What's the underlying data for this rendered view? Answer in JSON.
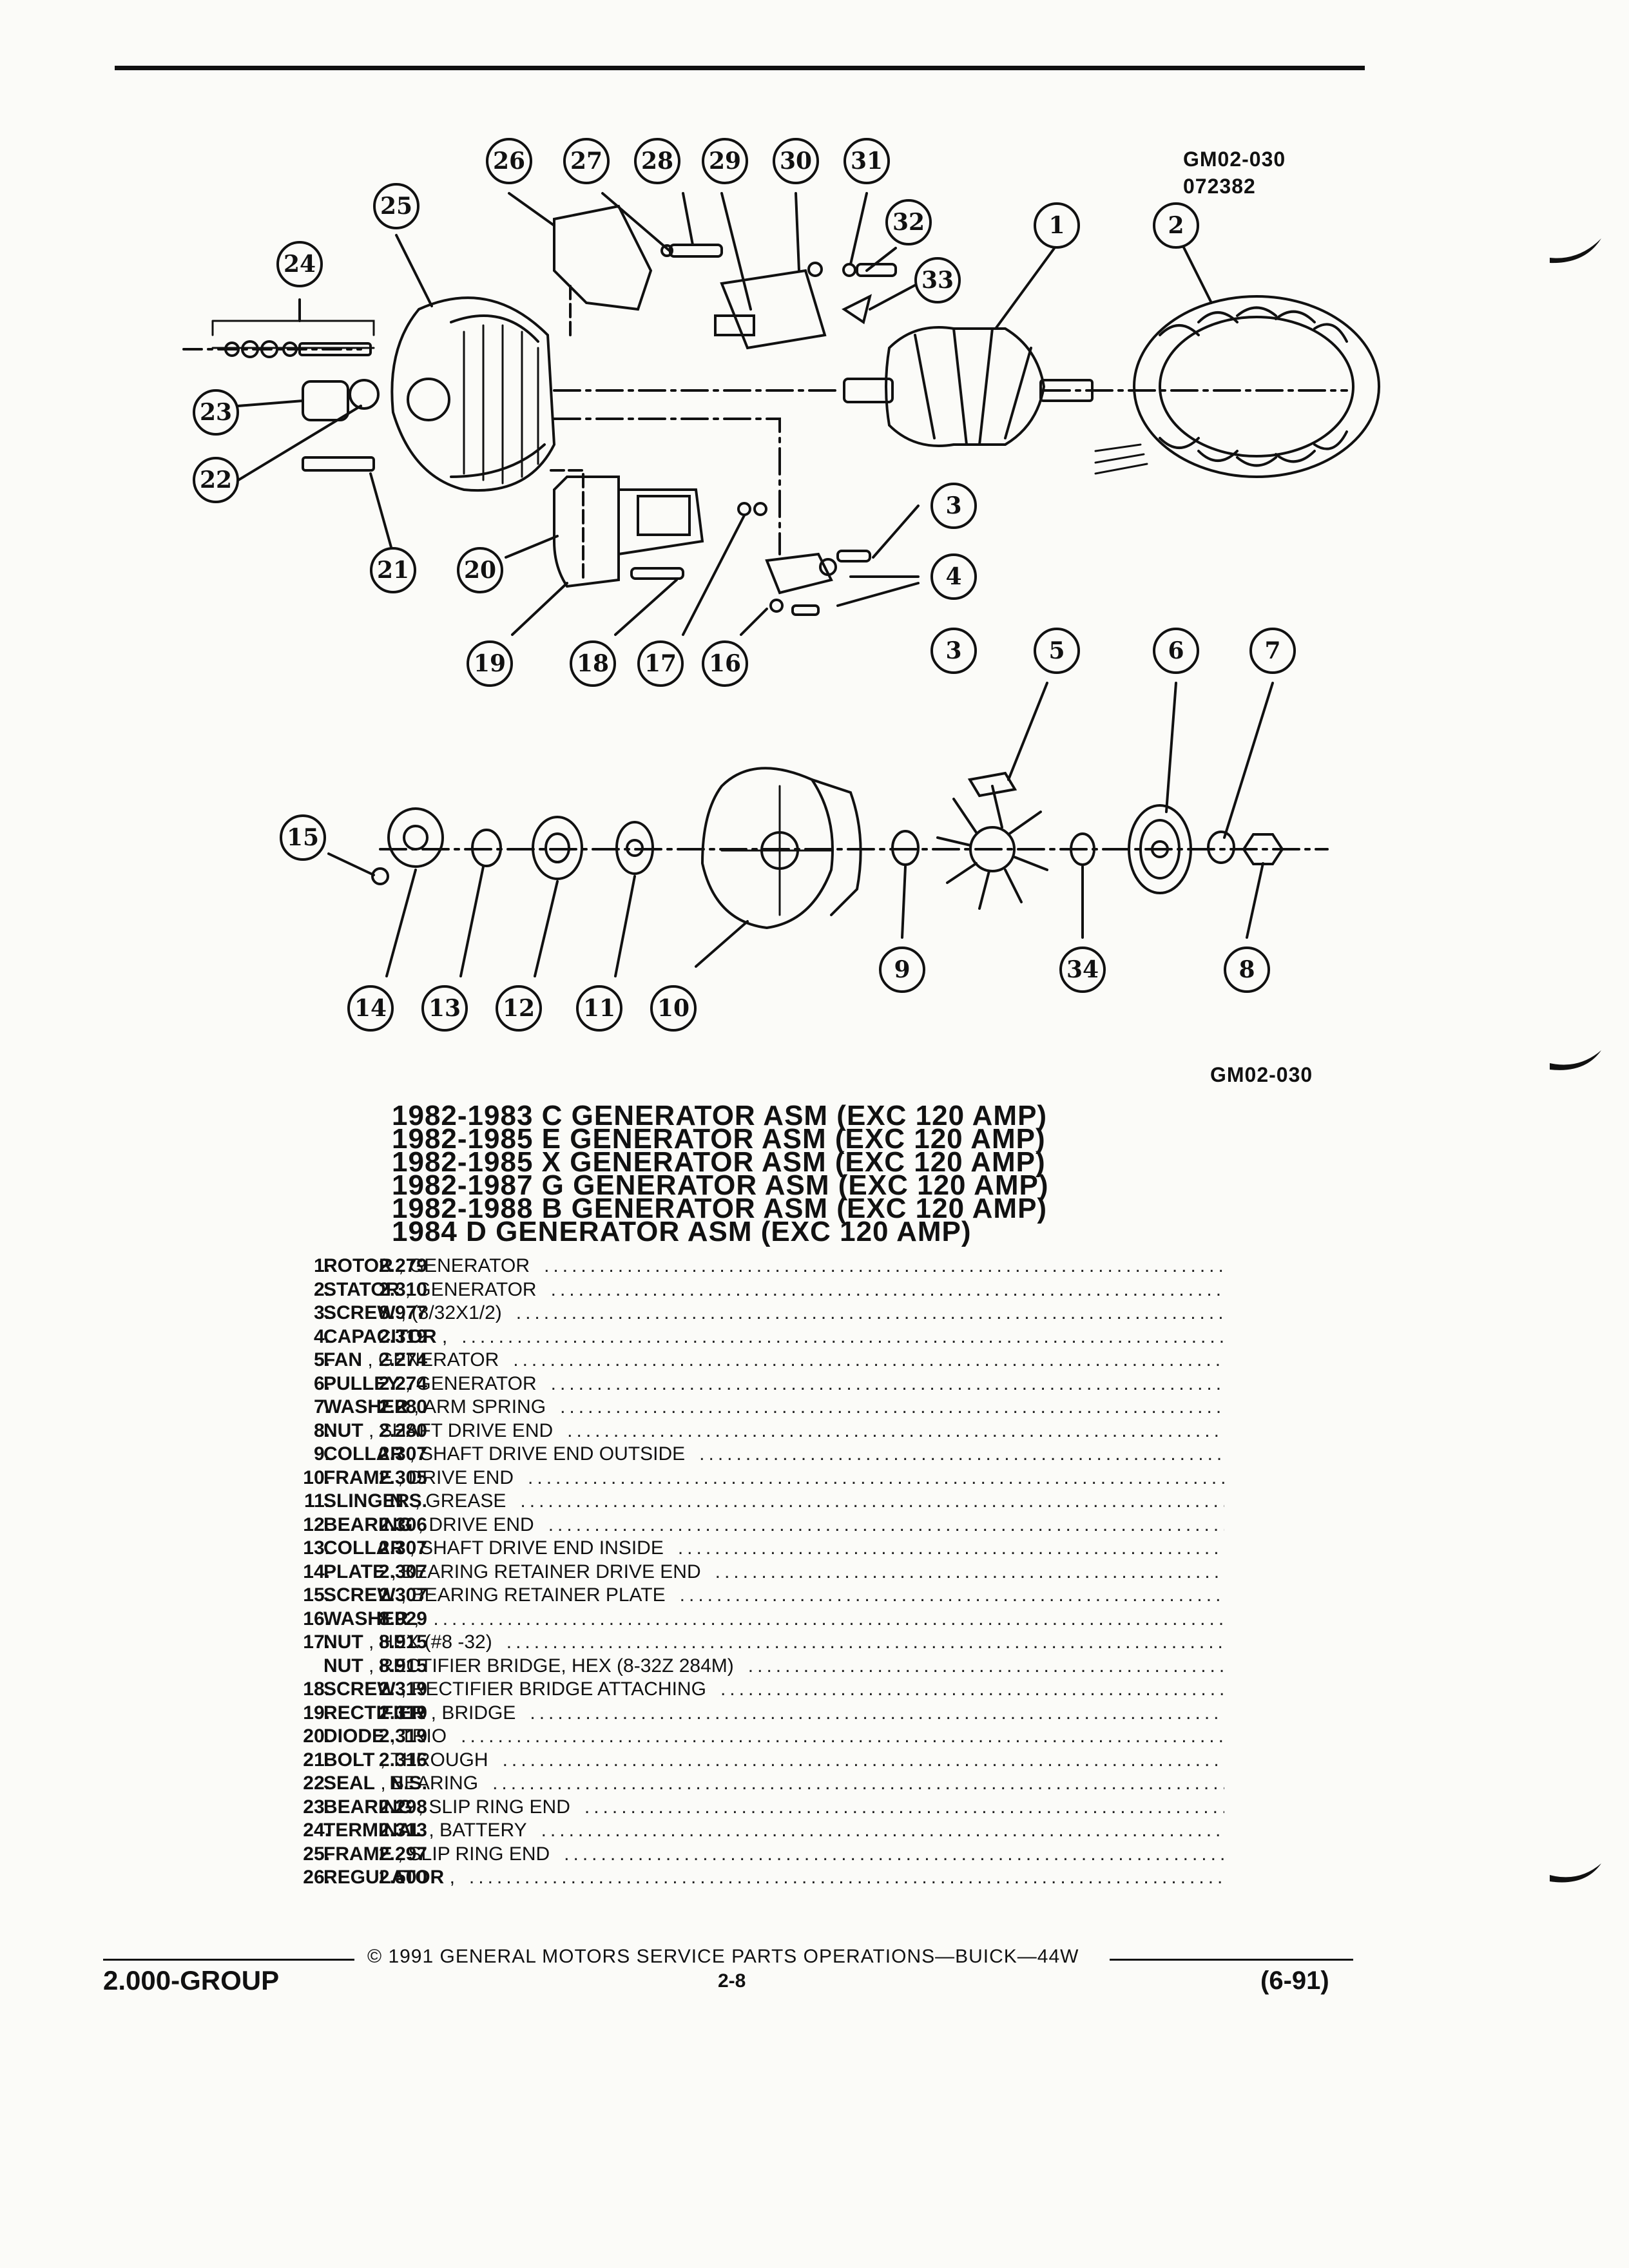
{
  "figure": {
    "code": "GM02-030",
    "date_code": "072382",
    "code_bottom": "GM02-030"
  },
  "callouts": [
    "1",
    "2",
    "3",
    "4",
    "5",
    "6",
    "7",
    "8",
    "9",
    "10",
    "11",
    "12",
    "13",
    "14",
    "15",
    "16",
    "17",
    "18",
    "19",
    "20",
    "21",
    "22",
    "23",
    "24",
    "25",
    "26",
    "27",
    "28",
    "29",
    "30",
    "31",
    "32",
    "33",
    "34"
  ],
  "titles": [
    "1982-1983 C GENERATOR ASM (EXC 120 AMP)",
    "1982-1985 E GENERATOR ASM (EXC 120 AMP)",
    "1982-1985 X GENERATOR ASM (EXC 120 AMP)",
    "1982-1987 G GENERATOR ASM (EXC 120 AMP)",
    "1982-1988 B GENERATOR ASM (EXC 120 AMP)",
    "1984 D GENERATOR ASM (EXC 120 AMP)"
  ],
  "parts": [
    {
      "num": "1.",
      "cat": "2.279",
      "name": "ROTOR",
      "sub": " , GENERATOR"
    },
    {
      "num": "2.",
      "cat": "2.310",
      "name": "STATOR",
      "sub": " , GENERATOR"
    },
    {
      "num": "3.",
      "cat": "8.977",
      "name": "SCREW",
      "sub": " , (8/32X1/2)"
    },
    {
      "num": "4.",
      "cat": "2.319",
      "name": "CAPACITOR",
      "sub": " ,"
    },
    {
      "num": "5.",
      "cat": "2.274",
      "name": "FAN",
      "sub": " , GENERATOR"
    },
    {
      "num": "6.",
      "cat": "2.274",
      "name": "PULLEY",
      "sub": " , GENERATOR"
    },
    {
      "num": "7.",
      "cat": "2.280",
      "name": "WASHER",
      "sub": " , ARM SPRING"
    },
    {
      "num": "8.",
      "cat": "2.280",
      "name": "NUT",
      "sub": " , SHAFT DRIVE END"
    },
    {
      "num": "9.",
      "cat": "2.307",
      "name": "COLLAR",
      "sub": " , SHAFT DRIVE END OUTSIDE"
    },
    {
      "num": "10.",
      "cat": "2.305",
      "name": "FRAME",
      "sub": " , DRIVE END"
    },
    {
      "num": "11.",
      "cat": "N.S.",
      "name": "SLINGER",
      "sub": " , GREASE"
    },
    {
      "num": "12.",
      "cat": "2.306",
      "name": "BEARING",
      "sub": " , DRIVE END"
    },
    {
      "num": "13.",
      "cat": "2.307",
      "name": "COLLAR",
      "sub": " , SHAFT DRIVE END INSIDE"
    },
    {
      "num": "14.",
      "cat": "2.307",
      "name": "PLATE",
      "sub": " , BEARING RETAINER DRIVE END"
    },
    {
      "num": "15.",
      "cat": "2.307",
      "name": "SCREW",
      "sub": " , BEARING RETAINER PLATE"
    },
    {
      "num": "16.",
      "cat": "8.929",
      "name": "WASHER",
      "sub": " ,"
    },
    {
      "num": "17.",
      "cat": "8.915",
      "name": "NUT",
      "sub": " , HEX (#8 -32)"
    },
    {
      "num": "",
      "cat": "8.915",
      "name": "NUT",
      "sub": " , RECTIFIER BRIDGE, HEX (8-32Z 284M)"
    },
    {
      "num": "18.",
      "cat": "2.319",
      "name": "SCREW",
      "sub": " , RECTIFIER BRIDGE ATTACHING"
    },
    {
      "num": "19.",
      "cat": "2.319",
      "name": "RECTIFIER",
      "sub": " , BRIDGE"
    },
    {
      "num": "20.",
      "cat": "2.319",
      "name": "DIODE",
      "sub": " , TRIO"
    },
    {
      "num": "21.",
      "cat": "2.316",
      "name": "BOLT",
      "sub": " , THROUGH"
    },
    {
      "num": "22.",
      "cat": "N.S.",
      "name": "SEAL",
      "sub": " , BEARING"
    },
    {
      "num": "23.",
      "cat": "2.298",
      "name": "BEARING",
      "sub": " , SLIP RING END"
    },
    {
      "num": "24.",
      "cat": "2.313",
      "name": "TERMINAL",
      "sub": " , BATTERY"
    },
    {
      "num": "25.",
      "cat": "2.297",
      "name": "FRAME",
      "sub": " , SLIP RING END"
    },
    {
      "num": "26.",
      "cat": "2.500",
      "name": "REGULATOR",
      "sub": " ,"
    }
  ],
  "footer": {
    "copyright": "© 1991 GENERAL MOTORS SERVICE PARTS OPERATIONS—BUICK—44W",
    "group": "2.000-GROUP",
    "page": "2-8",
    "date": "(6-91)"
  }
}
